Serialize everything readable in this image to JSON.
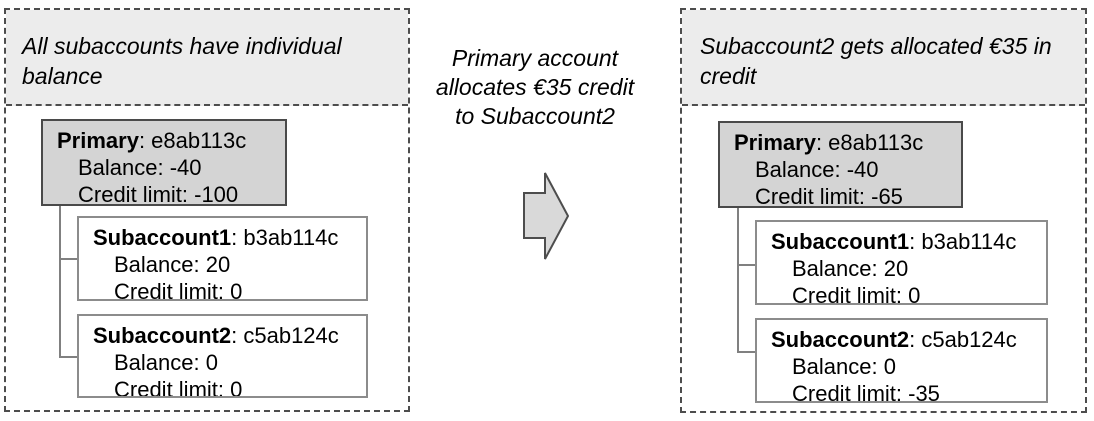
{
  "diagram": {
    "left_panel": {
      "caption": "All subaccounts have individual balance",
      "accounts": [
        {
          "name": "Primary",
          "id_text": ": e8ab113c",
          "balance": "Balance: -40",
          "credit_limit": "Credit limit: -100"
        },
        {
          "name": "Subaccount1",
          "id_text": ": b3ab114c",
          "balance": "Balance: 20",
          "credit_limit": "Credit limit: 0"
        },
        {
          "name": "Subaccount2",
          "id_text": ": c5ab124c",
          "balance": "Balance: 0",
          "credit_limit": "Credit limit: 0"
        }
      ]
    },
    "transition": {
      "lines": [
        "Primary account",
        "allocates €35 credit",
        "to Subaccount2"
      ],
      "arrow_icon": "block-arrow-right"
    },
    "right_panel": {
      "caption": "Subaccount2 gets allocated €35 in credit",
      "accounts": [
        {
          "name": "Primary",
          "id_text": ": e8ab113c",
          "balance": "Balance: -40",
          "credit_limit": "Credit limit: -65"
        },
        {
          "name": "Subaccount1",
          "id_text": ": b3ab114c",
          "balance": "Balance: 20",
          "credit_limit": "Credit limit: 0"
        },
        {
          "name": "Subaccount2",
          "id_text": ": c5ab124c",
          "balance": "Balance: 0",
          "credit_limit": "Credit limit: -35"
        }
      ]
    },
    "colors": {
      "header_bg": "#ececec",
      "primary_box_bg": "#d4d4d4",
      "arrow_fill": "#d9d9d9",
      "dashed_border": "#4d4d4d",
      "box_border": "#8c8c8c"
    }
  }
}
